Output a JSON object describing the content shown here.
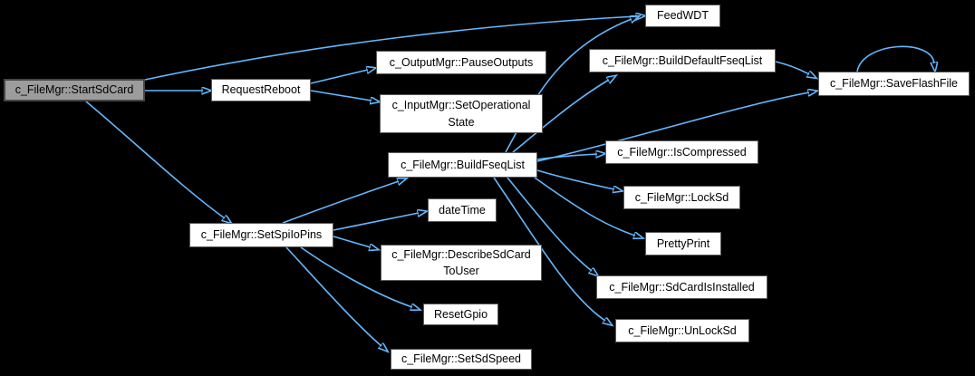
{
  "diagram": {
    "type": "doxygen-call-graph",
    "colors": {
      "background": "#000000",
      "edge": "#63B8FF",
      "node_fill": "#FFFFFF",
      "node_border": "#5A5A5A",
      "highlight_fill": "#9C9C9C",
      "highlight_border": "#464646",
      "text": "#000000"
    },
    "nodes": [
      {
        "id": "StartSdCard",
        "label": "c_FileMgr::StartSdCard",
        "highlighted": true
      },
      {
        "id": "RequestReboot",
        "label": "RequestReboot"
      },
      {
        "id": "PauseOutputs",
        "label": "c_OutputMgr::PauseOutputs"
      },
      {
        "id": "SetOperationalState",
        "label": "c_InputMgr::SetOperational\nState"
      },
      {
        "id": "FeedWDT",
        "label": "FeedWDT"
      },
      {
        "id": "BuildDefaultFseqList",
        "label": "c_FileMgr::BuildDefaultFseqList"
      },
      {
        "id": "SaveFlashFile",
        "label": "c_FileMgr::SaveFlashFile"
      },
      {
        "id": "BuildFseqList",
        "label": "c_FileMgr::BuildFseqList"
      },
      {
        "id": "IsCompressed",
        "label": "c_FileMgr::IsCompressed"
      },
      {
        "id": "LockSd",
        "label": "c_FileMgr::LockSd"
      },
      {
        "id": "PrettyPrint",
        "label": "PrettyPrint"
      },
      {
        "id": "SdCardIsInstalled",
        "label": "c_FileMgr::SdCardIsInstalled"
      },
      {
        "id": "UnLockSd",
        "label": "c_FileMgr::UnLockSd"
      },
      {
        "id": "SetSpiIoPins",
        "label": "c_FileMgr::SetSpiIoPins"
      },
      {
        "id": "dateTime",
        "label": "dateTime"
      },
      {
        "id": "DescribeSdCardToUser",
        "label": "c_FileMgr::DescribeSdCard\nToUser"
      },
      {
        "id": "ResetGpio",
        "label": "ResetGpio"
      },
      {
        "id": "SetSdSpeed",
        "label": "c_FileMgr::SetSdSpeed"
      }
    ],
    "edges": [
      {
        "from": "StartSdCard",
        "to": "FeedWDT"
      },
      {
        "from": "StartSdCard",
        "to": "RequestReboot"
      },
      {
        "from": "StartSdCard",
        "to": "SetSpiIoPins"
      },
      {
        "from": "RequestReboot",
        "to": "PauseOutputs"
      },
      {
        "from": "RequestReboot",
        "to": "SetOperationalState"
      },
      {
        "from": "BuildFseqList",
        "to": "FeedWDT"
      },
      {
        "from": "BuildFseqList",
        "to": "BuildDefaultFseqList"
      },
      {
        "from": "BuildFseqList",
        "to": "SaveFlashFile"
      },
      {
        "from": "BuildFseqList",
        "to": "IsCompressed"
      },
      {
        "from": "BuildFseqList",
        "to": "LockSd"
      },
      {
        "from": "BuildFseqList",
        "to": "PrettyPrint"
      },
      {
        "from": "BuildFseqList",
        "to": "SdCardIsInstalled"
      },
      {
        "from": "BuildFseqList",
        "to": "UnLockSd"
      },
      {
        "from": "BuildDefaultFseqList",
        "to": "SaveFlashFile"
      },
      {
        "from": "SaveFlashFile",
        "to": "SaveFlashFile"
      },
      {
        "from": "SetSpiIoPins",
        "to": "BuildFseqList"
      },
      {
        "from": "SetSpiIoPins",
        "to": "dateTime"
      },
      {
        "from": "SetSpiIoPins",
        "to": "DescribeSdCardToUser"
      },
      {
        "from": "SetSpiIoPins",
        "to": "ResetGpio"
      },
      {
        "from": "SetSpiIoPins",
        "to": "SetSdSpeed"
      }
    ]
  }
}
